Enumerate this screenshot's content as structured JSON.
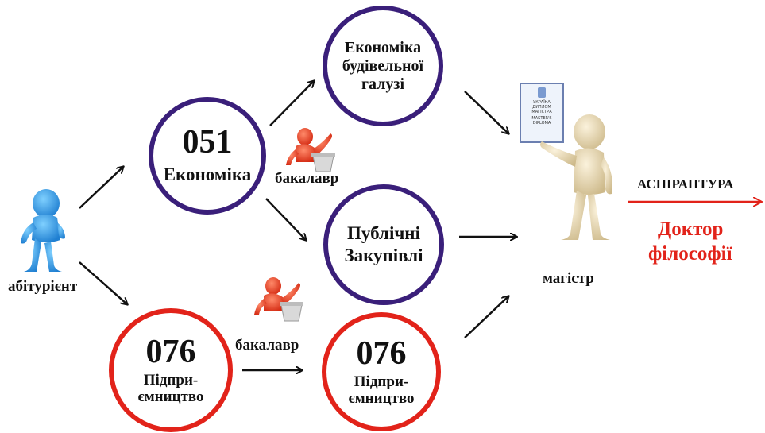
{
  "nodes": {
    "applicant": {
      "label": "абітурієнт"
    },
    "economics": {
      "code": "051",
      "label": "Економіка"
    },
    "construction": {
      "line1": "Економіка",
      "line2": "будівельної",
      "line3": "галузі"
    },
    "procurement": {
      "line1": "Публічні",
      "line2": "Закупівлі"
    },
    "entrepreneurship_bachelor": {
      "code": "076",
      "line1": "Підпри-",
      "line2": "ємництво"
    },
    "entrepreneurship_master": {
      "code": "076",
      "line1": "Підпри-",
      "line2": "ємництво"
    },
    "master": {
      "label": "магістр"
    }
  },
  "labels": {
    "bachelor_top": "бакалавр",
    "bachelor_bottom": "бакалавр",
    "postgraduate": "АСПІРАНТУРА",
    "doctor_line1": "Доктор",
    "doctor_line2": "філософії"
  },
  "diploma": {
    "line1": "УКРАЇНА",
    "line2": "ДИПЛОМ",
    "line3": "МАГІСТРА",
    "line4": "MASTER'S",
    "line5": "DIPLOMA"
  },
  "colors": {
    "purple": "#3a1f7a",
    "red": "#e2231a",
    "doctor_text": "#e2231a",
    "arrow": "#111111"
  }
}
